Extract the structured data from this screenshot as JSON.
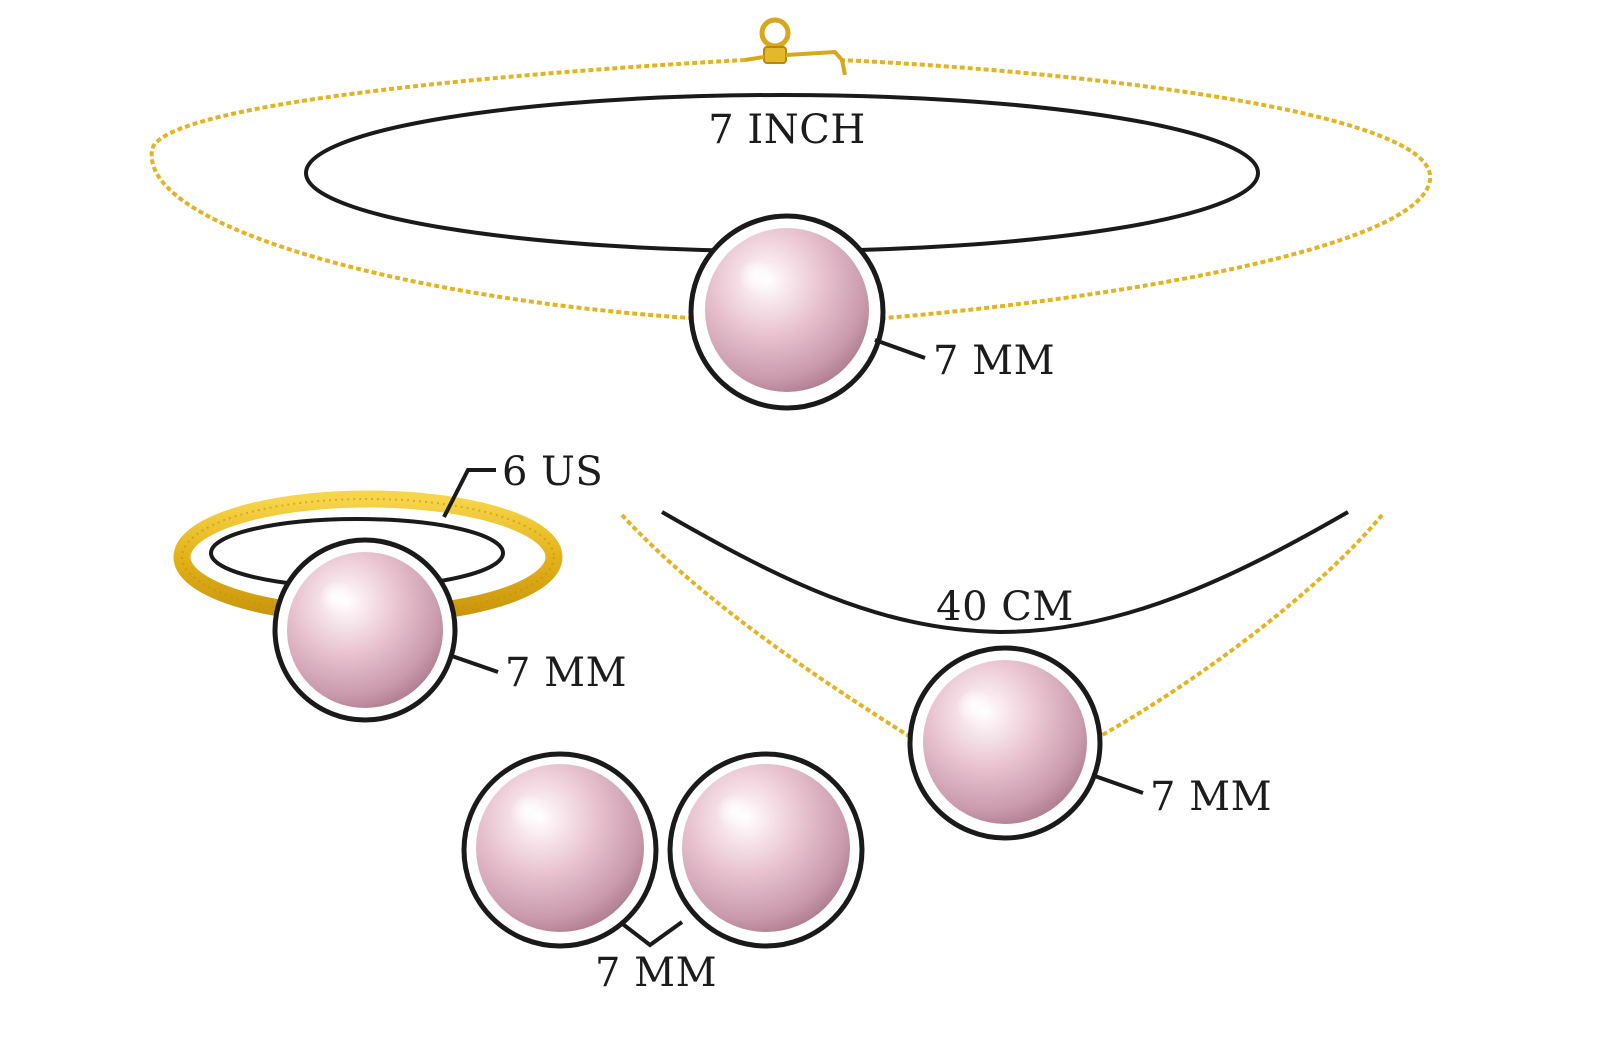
{
  "bracelet": {
    "length_label": "7 INCH",
    "pearl_label": "7 MM"
  },
  "ring": {
    "size_label": "6 US",
    "pearl_label": "7 MM"
  },
  "necklace": {
    "length_label": "40 CM",
    "pearl_label": "7 MM"
  },
  "earrings": {
    "pearl_label": "7 MM"
  },
  "colors": {
    "gold": "#e6b81f",
    "gold_dark": "#b8860b",
    "pearl_base": "#e9c4cf",
    "pearl_shadow": "#b88f9d",
    "outline": "#1a1a1a",
    "background": "#ffffff"
  }
}
